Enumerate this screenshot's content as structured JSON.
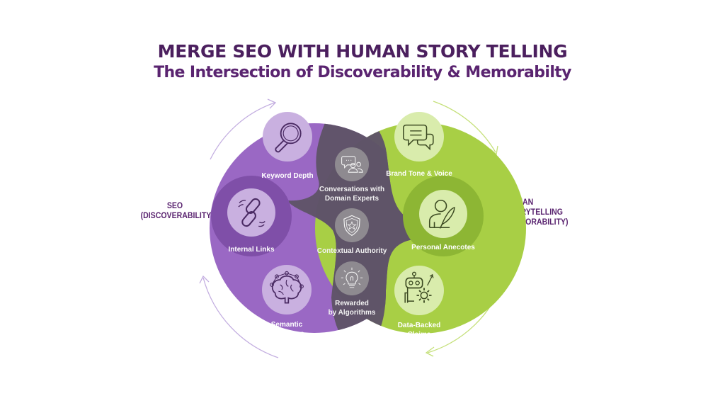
{
  "header": {
    "title": "MERGE SEO WITH HUMAN STORY TELLING",
    "subtitle": "The Intersection of Discoverability & Memorabilty"
  },
  "side_labels": {
    "seo": {
      "line1": "SEO",
      "line2": "(DISCOVERABILITY)"
    },
    "human": {
      "line1": "HUMAN",
      "line2": "STORYTELLING",
      "line3": "(MEMORABILITY)"
    }
  },
  "colors": {
    "title": "#4b1f5e",
    "seo_circle": "#9a68c4",
    "seo_ring": "#7f4fa8",
    "seo_icon_bg": "#c9b0e0",
    "human_circle": "#a8cf45",
    "human_ring": "#8db634",
    "human_icon_bg": "#d9ecac",
    "overlap": "#5f5468",
    "overlap_icon_bg": "#8e8a90"
  },
  "seo_nodes": [
    {
      "icon": "magnifier-icon",
      "label": [
        "Keyword Depth"
      ]
    },
    {
      "icon": "chain-link-icon",
      "label": [
        "Internal Links"
      ]
    },
    {
      "icon": "brain-network-icon",
      "label": [
        "Semantic",
        "Relevance"
      ]
    }
  ],
  "overlap_nodes": [
    {
      "icon": "chat-people-icon",
      "label": [
        "Conversations with",
        "Domain Experts"
      ]
    },
    {
      "icon": "shield-star-icon",
      "label": [
        "Contextual Authority"
      ]
    },
    {
      "icon": "lightbulb-icon",
      "label": [
        "Rewarded",
        "by Algorithms"
      ]
    }
  ],
  "human_nodes": [
    {
      "icon": "speech-bubbles-icon",
      "label": [
        "Brand Tone & Voice"
      ]
    },
    {
      "icon": "person-quill-icon",
      "label": [
        "Personal Anecotes"
      ]
    },
    {
      "icon": "robot-gear-icon",
      "label": [
        "Data-Backed",
        "Claims"
      ]
    }
  ]
}
